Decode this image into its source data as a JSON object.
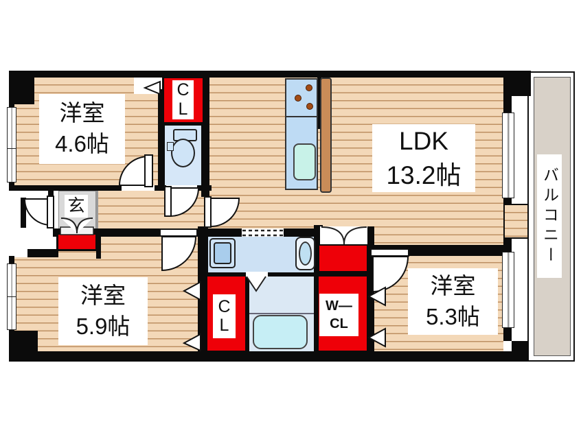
{
  "rooms": {
    "bedroom_a": {
      "name": "洋室",
      "size": "4.6帖"
    },
    "ldk": {
      "name": "LDK",
      "size": "13.2帖"
    },
    "bedroom_b": {
      "name": "洋室",
      "size": "5.9帖"
    },
    "bedroom_c": {
      "name": "洋室",
      "size": "5.3帖"
    },
    "balcony": {
      "name": "バルコニー"
    },
    "entrance": {
      "name": "玄"
    },
    "closet_a": {
      "line1": "C",
      "line2": "L"
    },
    "closet_b": {
      "line1": "C",
      "line2": "L"
    },
    "walk_in_closet": {
      "line1": "W―",
      "line2": "CL"
    }
  },
  "colors": {
    "wall": "#0b0b0b",
    "wood_floor": "#f3d8b8",
    "wood_line": "#bd8f62",
    "closet_red": "#ee0008",
    "balcony_floor": "#d8d1c8",
    "entrance_tile": "#d9d9d9",
    "wet_room_blue": "#cfe3f5",
    "bath_blue": "#dbe8f4",
    "fixture_cyan": "#c8f2e8",
    "kitchen_counter": "#bedbf4",
    "counter_brown": "#c98c58"
  }
}
